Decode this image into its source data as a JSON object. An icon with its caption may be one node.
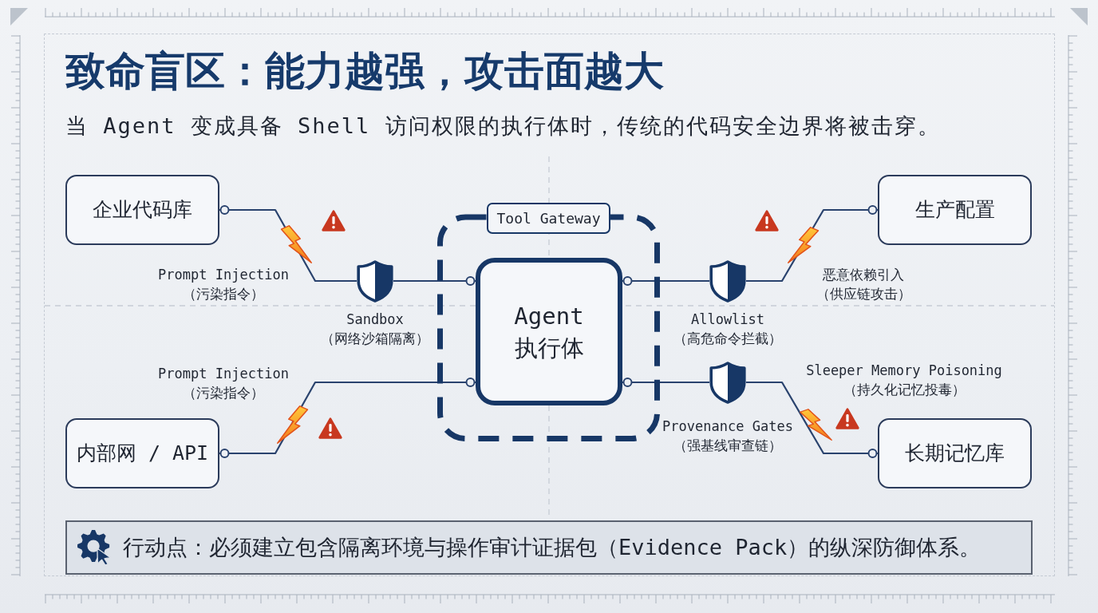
{
  "diagram": {
    "title": "致命盲区：能力越强，攻击面越大",
    "nodes": [
      {
        "text": [
          "企业代码库"
        ]
      },
      {
        "text": [
          "生产配置"
        ]
      },
      {
        "text": [
          "Tool Gateway"
        ]
      },
      {
        "text": [
          "Agent 执行体"
        ],
        "in": 2
      },
      {
        "text": [],
        "shape": "shield",
        "beside": [
          "Sandbox （网络沙箱隔离）"
        ]
      },
      {
        "text": [],
        "shape": "shield",
        "beside": [
          "Allowlist （高危命令拦截）"
        ]
      },
      {
        "text": [],
        "shape": "shield",
        "beside": [
          "Provenance Gates （强基线审查链）"
        ]
      },
      {
        "text": [
          "内部网 / API"
        ]
      },
      {
        "text": [
          "长期记忆库"
        ]
      },
      {
        "text": [
          "行动点：必须建立包含隔离环境与操作审计证据包（Evidence Pack）的纵深防御体系。"
        ]
      }
    ],
    "edges": [
      {
        "from": 0,
        "to": 4,
        "arrow": "other",
        "label": "Prompt Injection （污染指令）"
      },
      {
        "from": 4,
        "to": 3,
        "arrow": "other"
      },
      {
        "from": 7,
        "to": 3,
        "arrow": "other",
        "label": "Prompt Injection （污染指令）"
      },
      {
        "from": 3,
        "to": 5,
        "arrow": "other"
      },
      {
        "from": 5,
        "to": 1,
        "arrow": "other",
        "label": "恶意依赖引入（供应链攻击）"
      },
      {
        "from": 3,
        "to": 6,
        "arrow": "other"
      },
      {
        "from": 6,
        "to": 8,
        "arrow": "other",
        "label": "Sleeper Memory Poisoning （持久化记忆投毒）"
      }
    ],
    "labels": [
      "当 Agent 变成具备 Shell 访问权限的执行体时，传统的代码安全边界将被击穿。"
    ]
  }
}
